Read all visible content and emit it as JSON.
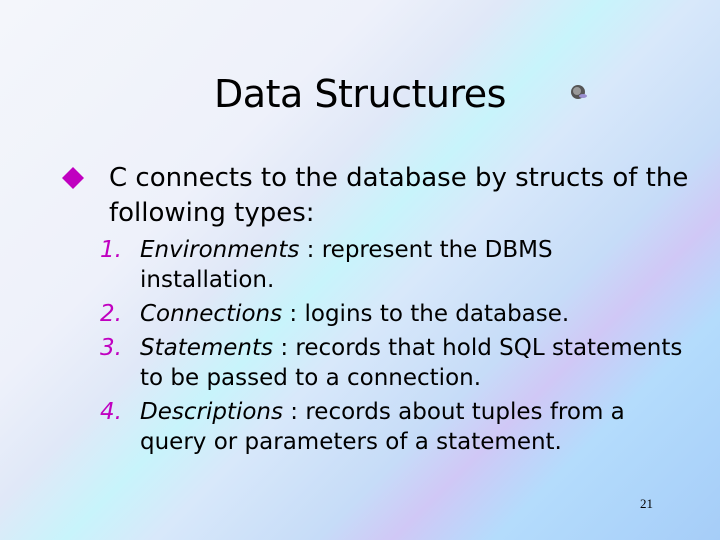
{
  "title": "Data Structures",
  "main_bullet": "C connects to the database by structs of the following types:",
  "items": [
    {
      "number": "1.",
      "term": "Environments",
      "text": " : represent the DBMS installation."
    },
    {
      "number": "2.",
      "term": "Connections",
      "text": " : logins to the database."
    },
    {
      "number": "3.",
      "term": "Statements",
      "text": " : records that hold SQL statements to be passed to a connection."
    },
    {
      "number": "4.",
      "term": "Descriptions",
      "text": " : records about tuples from a query or parameters of a statement."
    }
  ],
  "page_number": "21",
  "colors": {
    "bullet": "#c000c0",
    "number": "#c000c0"
  }
}
